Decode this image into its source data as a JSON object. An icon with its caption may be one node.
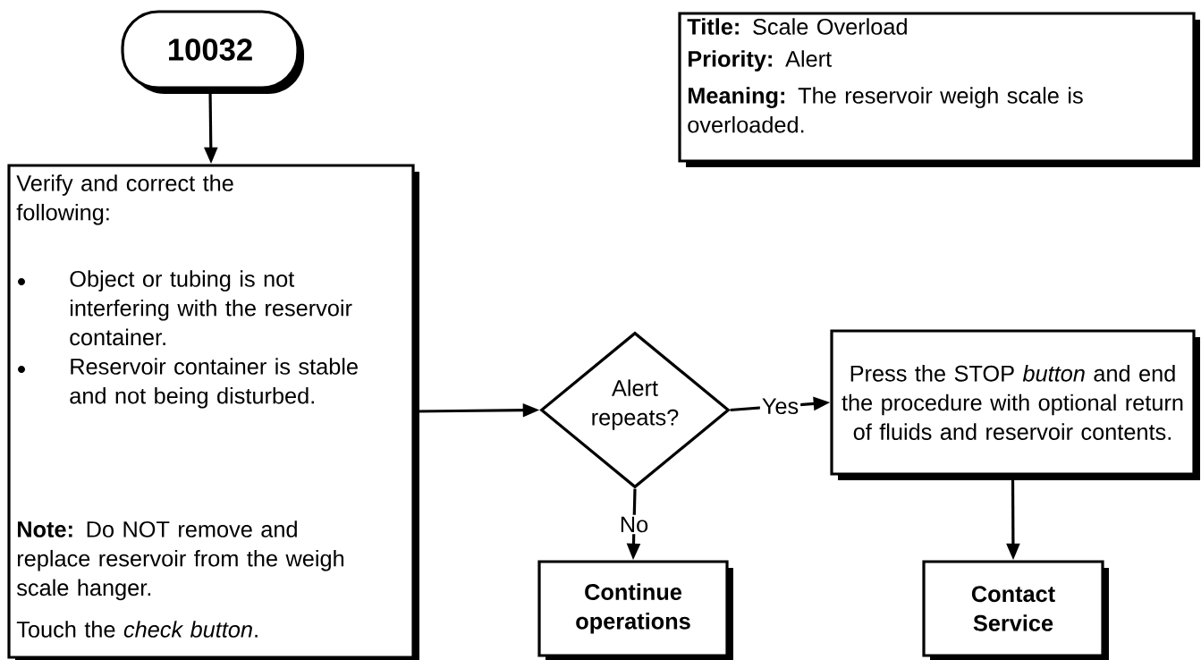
{
  "diagram": {
    "nodes": [
      {
        "text": [
          "10032"
        ]
      },
      {
        "text": [
          "Verify and correct the following:",
          "Object or tubing is not interfering with the reservoir container.",
          "Reservoir container is stable and not being disturbed.",
          "**Note:** Do NOT remove and replace reservoir from the weigh scale hanger.",
          "Touch the *check button*."
        ]
      },
      {
        "text": [
          "**Title:** Scale Overload",
          "**Priority:** Alert",
          "**Meaning:** The reservoir weigh scale is overloaded."
        ]
      },
      {
        "text": [
          "Alert repeats?"
        ]
      },
      {
        "text": [
          "Press the STOP *button* and end the procedure with optional return of fluids and reservoir contents."
        ]
      },
      {
        "text": [
          "Continue operations"
        ]
      },
      {
        "text": [
          "Contact Service"
        ]
      }
    ],
    "edges": [
      {
        "from": 0,
        "to": 1,
        "arrow": "to"
      },
      {
        "from": 1,
        "to": 3,
        "arrow": "to"
      },
      {
        "from": 3,
        "to": 4,
        "arrow": "to",
        "label": "Yes"
      },
      {
        "from": 3,
        "to": 5,
        "arrow": "to",
        "label": "No"
      },
      {
        "from": 4,
        "to": 6,
        "arrow": "to"
      }
    ]
  }
}
